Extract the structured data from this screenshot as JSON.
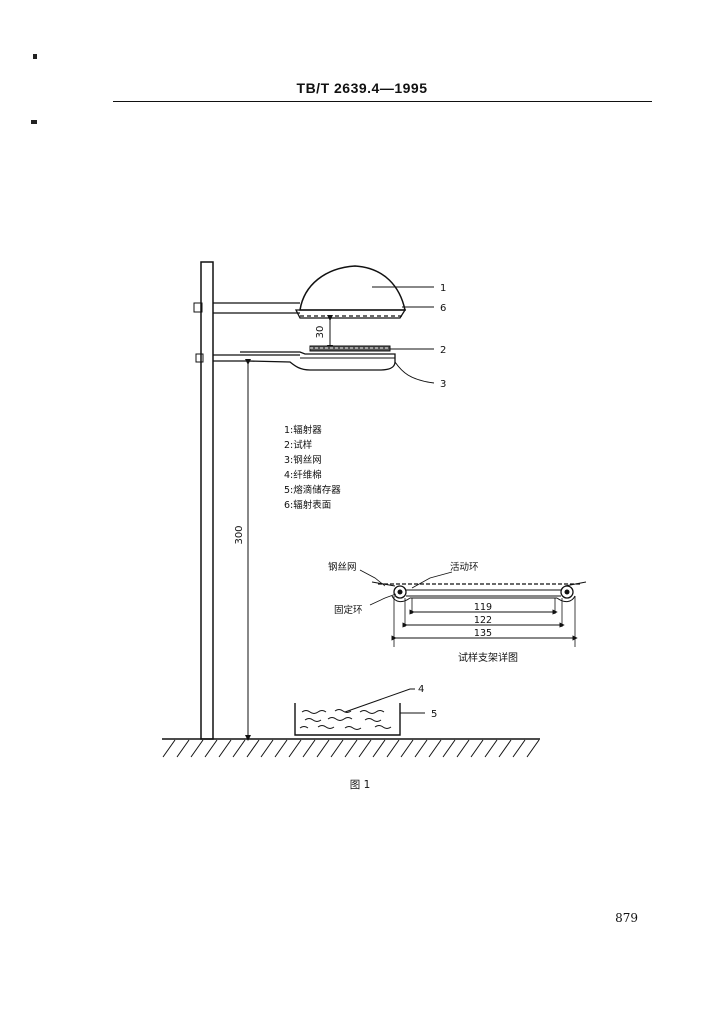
{
  "header": {
    "standard_code": "TB/T 2639.4—1995"
  },
  "figure": {
    "callouts": [
      "1",
      "6",
      "2",
      "3",
      "4",
      "5"
    ],
    "dimensions": {
      "gap": "30",
      "height": "300"
    },
    "legend": [
      "1:辐射器",
      "2:试样",
      "3:钢丝网",
      "4:纤维棉",
      "5:熔滴储存器",
      "6:辐射表面"
    ],
    "detail": {
      "label_wire_mesh": "钢丝网",
      "label_movable_ring": "活动环",
      "label_fixed_ring": "固定环",
      "dim_inner": "119",
      "dim_middle": "122",
      "dim_outer": "135",
      "caption": "试样支架详图"
    },
    "caption": "图 1"
  },
  "footer": {
    "page_number": "879"
  }
}
